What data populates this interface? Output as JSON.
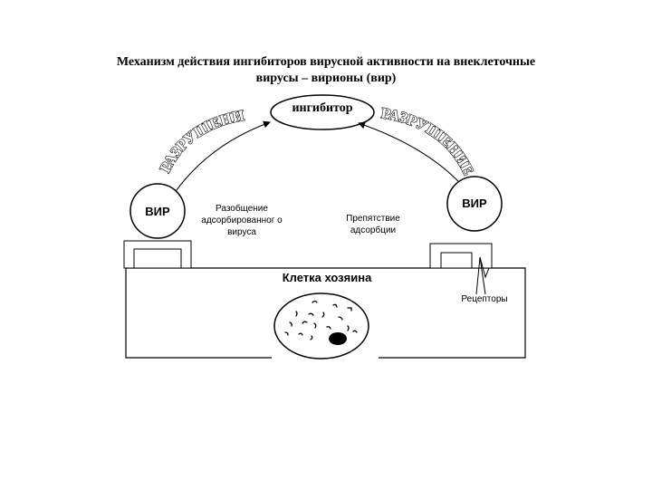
{
  "title": "Механизм действия ингибиторов вирусной активности на внеклеточные вирусы – вирионы (вир)",
  "inhibitor": "ингибитор",
  "destruction_left": "РАЗРУШЕНИЕ",
  "destruction_right": "РАЗРУШЕНИЕ",
  "virus_left": "ВИР",
  "virus_right": "ВИР",
  "separation_text": "Разобщение адсорбированног о вируса",
  "obstacle_text": "Препятствие адсорбции",
  "host_cell": "Клетка хозяина",
  "receptors": "Рецепторы"
}
